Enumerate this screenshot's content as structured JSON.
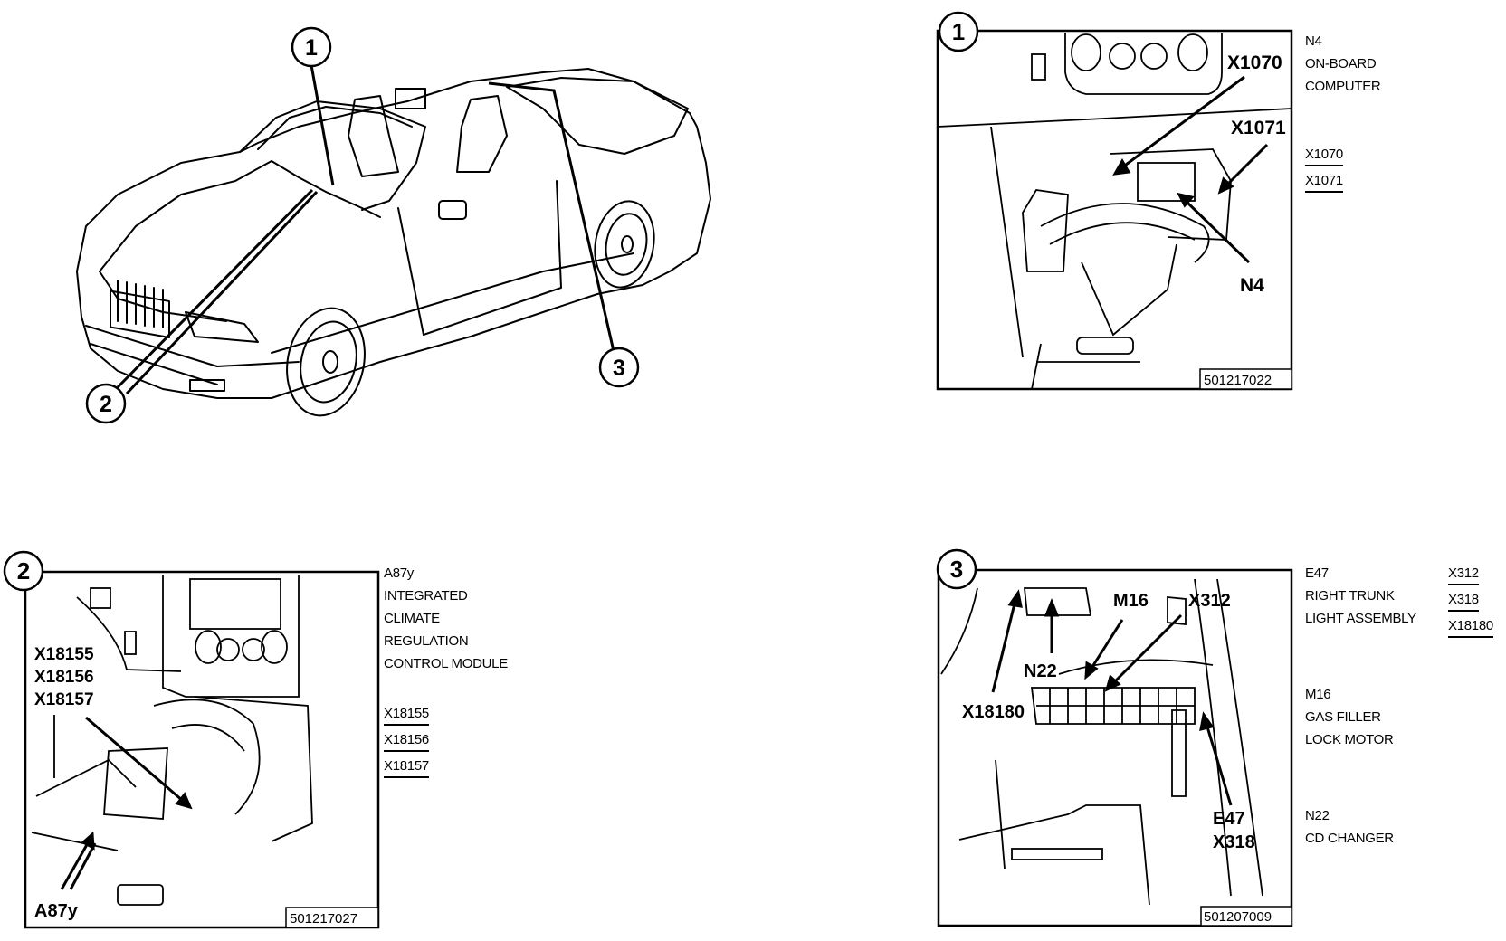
{
  "overview": {
    "callouts": [
      "1",
      "2",
      "3"
    ]
  },
  "panels": [
    {
      "number": "1",
      "figure_code": "501217022",
      "labels": [
        "X1070",
        "X1071",
        "N4"
      ],
      "legend": {
        "component_code": "N4",
        "component_name_lines": [
          "ON-BOARD",
          "COMPUTER"
        ],
        "connectors": [
          "X1070",
          "X1071"
        ]
      }
    },
    {
      "number": "2",
      "figure_code": "501217027",
      "labels": [
        "X18155",
        "X18156",
        "X18157",
        "A87y"
      ],
      "legend": {
        "component_code": "A87y",
        "component_name_lines": [
          "INTEGRATED",
          "CLIMATE",
          "REGULATION",
          "CONTROL MODULE"
        ],
        "connectors": [
          "X18155",
          "X18156",
          "X18157"
        ]
      }
    },
    {
      "number": "3",
      "figure_code": "501207009",
      "labels": [
        "M16",
        "X312",
        "N22",
        "X18180",
        "E47",
        "X318"
      ],
      "legend": {
        "components": [
          {
            "code": "E47",
            "name_lines": [
              "RIGHT TRUNK",
              "LIGHT ASSEMBLY"
            ]
          },
          {
            "code": "M16",
            "name_lines": [
              "GAS FILLER",
              "LOCK MOTOR"
            ]
          },
          {
            "code": "N22",
            "name_lines": [
              "CD CHANGER"
            ]
          }
        ],
        "connectors": [
          "X312",
          "X318",
          "X18180"
        ]
      }
    }
  ]
}
